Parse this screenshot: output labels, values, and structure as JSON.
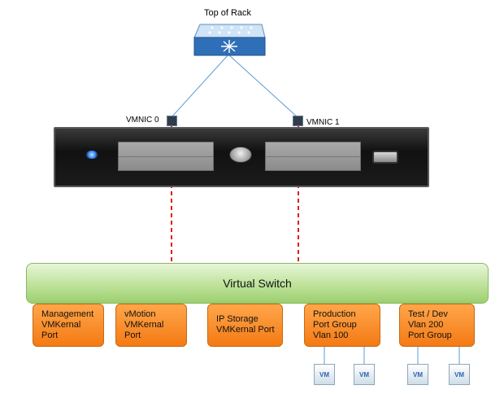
{
  "top_of_rack": {
    "label": "Top of Rack"
  },
  "nics": [
    {
      "label": "VMNIC 0"
    },
    {
      "label": "VMNIC 1"
    }
  ],
  "virtual_switch": {
    "label": "Virtual Switch"
  },
  "port_groups": [
    {
      "label": "Management\nVMKernal\nPort"
    },
    {
      "label": "vMotion\nVMKernal\nPort"
    },
    {
      "label": "IP Storage\nVMKernal Port"
    },
    {
      "label": "Production\nPort Group\nVlan 100"
    },
    {
      "label": "Test / Dev\nVlan 200\nPort Group"
    }
  ],
  "vms": [
    {
      "label": "VM"
    },
    {
      "label": "VM"
    },
    {
      "label": "VM"
    },
    {
      "label": "VM"
    }
  ],
  "colors": {
    "uplink_line": "#5b9bd5",
    "internal_link": "#e0201b",
    "port_group": "#f58a1f",
    "virtual_switch": "#b5dc8f"
  }
}
